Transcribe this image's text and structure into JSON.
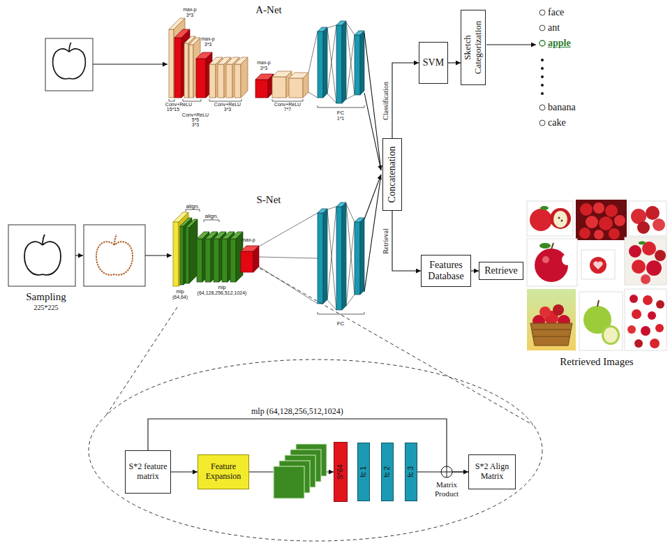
{
  "diagram": {
    "nodes": [
      {
        "text": [
          "Concatenation"
        ]
      },
      {
        "text": [
          "SVM"
        ]
      },
      {
        "text": [
          "Sketch Categorization"
        ]
      },
      {
        "text": [
          "Features Database"
        ]
      },
      {
        "text": [
          "Retrieve"
        ]
      },
      {
        "text": [
          "S*2 feature matrix"
        ]
      },
      {
        "text": [
          "Feature Expansion"
        ]
      },
      {
        "text": [
          "S*64"
        ]
      },
      {
        "text": [
          "fc 1"
        ]
      },
      {
        "text": [
          "fc 2"
        ]
      },
      {
        "text": [
          "fc 3"
        ]
      },
      {
        "text": [
          "S*2 Align Matrix"
        ]
      }
    ],
    "edges": [
      {
        "from": 0,
        "to": 1,
        "label": "Classification",
        "arrow": "to"
      },
      {
        "from": 1,
        "to": 2,
        "arrow": "to"
      },
      {
        "from": 0,
        "to": 3,
        "label": "Retrieval",
        "arrow": "to"
      },
      {
        "from": 3,
        "to": 4,
        "arrow": "to"
      },
      {
        "from": 5,
        "to": 6,
        "arrow": "to"
      },
      {
        "from": 6,
        "to": 7,
        "arrow": "to"
      },
      {
        "from": 10,
        "to": 11,
        "arrow": "to"
      },
      {
        "from": 5,
        "to": 11,
        "label": "mlp (64,128,256,512,1024)",
        "arrow": "none"
      }
    ],
    "labels": [
      "A-Net",
      "max-p",
      "3*3",
      "max-p",
      "3*3",
      "max-p",
      "3*3",
      "Conv+ReLU",
      "15*15",
      "Conv+ReLU",
      "5*5",
      "3*3",
      "Conv+ReLU",
      "3*3",
      "Conv+ReLU",
      "7*7",
      "FC",
      "1*1",
      "face",
      "ant",
      "apple",
      "banana",
      "cake",
      "S-Net",
      "Sampling",
      "225*225",
      "align.",
      "align.",
      "mlp",
      "(64,64)",
      "mlp",
      "(64,128,256,512,1024)",
      "max-p",
      "FC",
      "Retrieved Images",
      "Matrix Product"
    ]
  }
}
